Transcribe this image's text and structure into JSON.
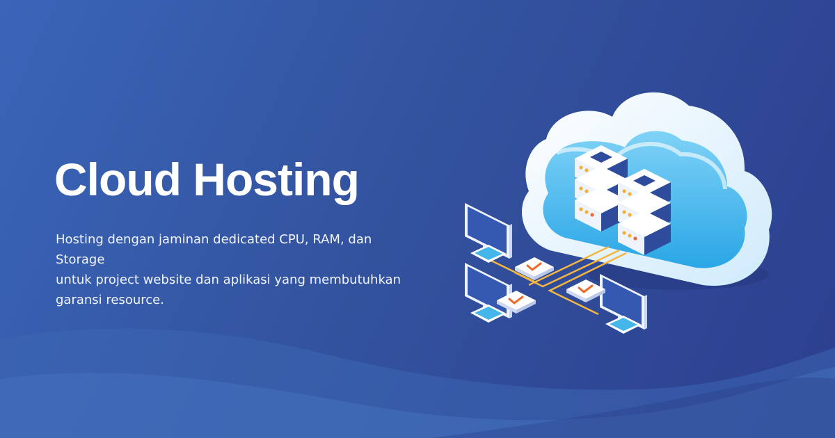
{
  "hero": {
    "title": "Cloud Hosting",
    "description_lines": [
      "Hosting dengan jaminan dedicated CPU, RAM, dan Storage",
      "untuk project website dan aplikasi yang membutuhkan",
      "garansi resource."
    ]
  },
  "illustration": {
    "icons": [
      "cloud-icon",
      "server-icon",
      "monitor-icon",
      "check-badge-icon"
    ]
  },
  "colors": {
    "background_start": "#3a65b8",
    "background_end": "#2c3f8f",
    "cloud": "#e3f3fd",
    "cloud_inner": "#35b3ea",
    "server_body": "#f4f8ff",
    "server_dark": "#2f4c9c",
    "connector": "#f4b63f",
    "check_mark": "#ef6a2a",
    "text": "#ffffff"
  }
}
